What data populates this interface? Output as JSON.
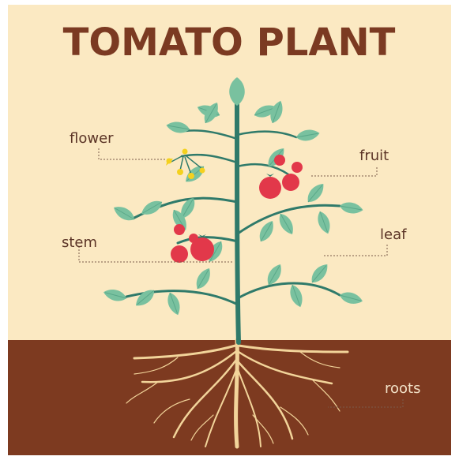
{
  "title": "TOMATO PLANT",
  "labels": {
    "flower": "flower",
    "fruit": "fruit",
    "stem": "stem",
    "leaf": "leaf",
    "roots": "roots"
  },
  "colors": {
    "sky": "#fbe9c2",
    "soil": "#7d3a20",
    "title": "#7b3a22",
    "label": "#5b3426",
    "stem": "#2f7a6a",
    "leaf": "#79c19f",
    "leaf_dark": "#5aa889",
    "fruit": "#e2384a",
    "flower": "#f4d11e",
    "roots": "#f2d49a",
    "leader": "#7b5b4a"
  }
}
